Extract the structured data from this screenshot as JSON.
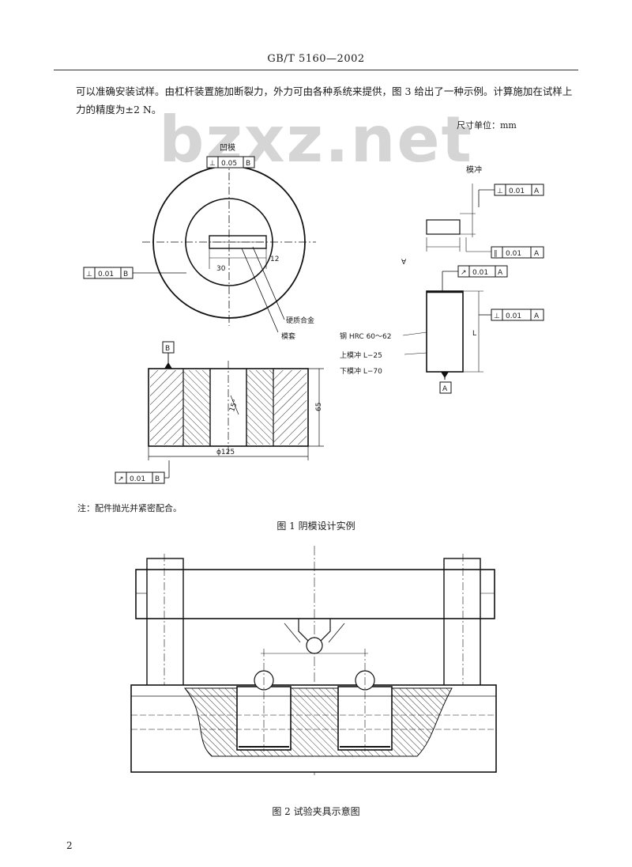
{
  "header": {
    "standard_no": "GB/T 5160—2002"
  },
  "intro_text": "可以准确安装试样。由杠杆装置施加断裂力，外力可由各种系统来提供，图 3 给出了一种示例。计算施加在试样上力的精度为±2 N。",
  "watermark": "bzxz.net",
  "unit_note": "尺寸单位：mm",
  "figure1": {
    "die_label": "凹模",
    "punch_label": "模冲",
    "callout_hard_alloy": "硬质合金",
    "callout_steel": "模套",
    "tol_perp_top": "0.05",
    "tol_datum_b": "B",
    "tol_perp_left": "0.01",
    "tol_runout_bottom": "0.01",
    "tol_punch_1": "0.01",
    "tol_punch_2": "0.01",
    "tol_punch_3": "0.01",
    "tol_punch_4": "0.01",
    "tol_datum_a": "A",
    "dim_30": "30",
    "dim_12": "12",
    "dim_125": "ϕ125",
    "dim_65": "65",
    "dim_15": "15°",
    "dim_L": "L",
    "steel_spec": "钢 HRC 60～62",
    "upper_punch": "上模冲  L−25",
    "lower_punch": "下模冲  L−70",
    "note": "注：配件抛光并紧密配合。",
    "caption": "图 1   阴模设计实例"
  },
  "figure2": {
    "caption": "图 2   试验夹具示意图"
  },
  "page_number": "2"
}
